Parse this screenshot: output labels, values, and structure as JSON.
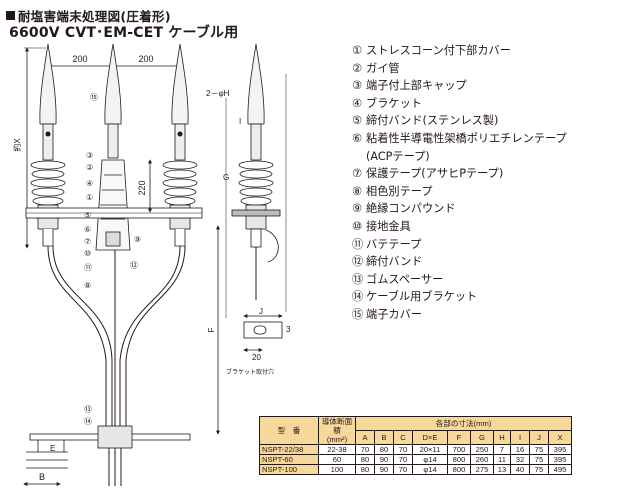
{
  "header": {
    "title": "耐塩害端末処理図(圧着形)",
    "subtitle": "6600V CVT･EM-CET ケーブル用"
  },
  "legend": [
    {
      "num": "①",
      "text": "ストレスコーン付下部カバー"
    },
    {
      "num": "②",
      "text": "ガイ管"
    },
    {
      "num": "③",
      "text": "端子付上部キャップ"
    },
    {
      "num": "④",
      "text": "ブラケット"
    },
    {
      "num": "⑤",
      "text": "締付バンド(ステンレス製)"
    },
    {
      "num": "⑥",
      "text": "粘着性半導電性架橋ポリエチレンテープ"
    },
    {
      "num": "",
      "text": "(ACPテープ)"
    },
    {
      "num": "⑦",
      "text": "保護テープ(アサヒPテープ)"
    },
    {
      "num": "⑧",
      "text": "相色別テープ"
    },
    {
      "num": "⑨",
      "text": "絶縁コンパウンド"
    },
    {
      "num": "⑩",
      "text": "接地金具"
    },
    {
      "num": "⑪",
      "text": "バテテープ"
    },
    {
      "num": "⑫",
      "text": "締付バンド"
    },
    {
      "num": "⑬",
      "text": "ゴムスペーサー"
    },
    {
      "num": "⑭",
      "text": "ケーブル用ブラケット"
    },
    {
      "num": "⑮",
      "text": "端子カバー"
    }
  ],
  "drawing": {
    "dim_200_left": "200",
    "dim_200_right": "200",
    "dim_2phiH": "2－φH",
    "dim_I": "I",
    "dim_X": "約X",
    "dim_220": "220",
    "dim_G": "G",
    "dim_F": "F",
    "dim_E": "E",
    "dim_B": "B",
    "dim_J": "J",
    "dim_3": "3",
    "dim_20": "20",
    "bracket_caption": "ブラケット取付穴",
    "callouts": {
      "c1": "①",
      "c2": "②",
      "c3": "③",
      "c4": "④",
      "c5": "⑤",
      "c6": "⑥",
      "c7": "⑦",
      "c8": "⑧",
      "c9": "⑨",
      "c10": "⑩",
      "c11": "⑪",
      "c12": "⑫",
      "c13": "⑬",
      "c14": "⑭",
      "c15": "⑮"
    }
  },
  "spec_table": {
    "col_model": "型　番",
    "col_area": "導体断面積",
    "col_area_unit": "(mm²)",
    "dims_caption": "各部の寸法(mm)",
    "dim_headers": [
      "A",
      "B",
      "C",
      "D×E",
      "F",
      "G",
      "H",
      "I",
      "J",
      "X"
    ],
    "rows": [
      {
        "model": "NSPT-22/38",
        "area": "22-38",
        "values": [
          "70",
          "80",
          "70",
          "20×11",
          "700",
          "250",
          "7",
          "16",
          "75",
          "395"
        ]
      },
      {
        "model": "NSPT-60",
        "area": "60",
        "values": [
          "80",
          "90",
          "70",
          "φ14",
          "800",
          "260",
          "11",
          "32",
          "75",
          "395"
        ]
      },
      {
        "model": "NSPT-100",
        "area": "100",
        "values": [
          "80",
          "90",
          "70",
          "φ14",
          "800",
          "275",
          "13",
          "40",
          "75",
          "495"
        ]
      }
    ]
  }
}
